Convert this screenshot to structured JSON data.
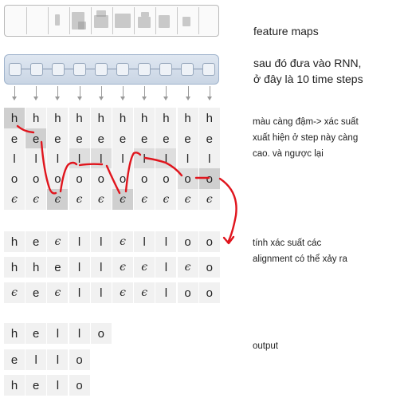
{
  "labels": {
    "feature_maps": "feature maps",
    "rnn_line1": "sau đó đưa vào RNN,",
    "rnn_line2": "ở đây là 10 time steps",
    "prob_line1": "màu càng đậm-> xác suất",
    "prob_line2": "xuất hiện ở step này càng",
    "prob_line3": "cao. và ngược lại",
    "align_line1": "tính xác suất các",
    "align_line2": "alignment có thể xảy ra",
    "output": "output"
  },
  "time_steps": 10,
  "prob_grid": {
    "rows": [
      [
        "h",
        "h",
        "h",
        "h",
        "h",
        "h",
        "h",
        "h",
        "h",
        "h"
      ],
      [
        "e",
        "e",
        "e",
        "e",
        "e",
        "e",
        "e",
        "e",
        "e",
        "e"
      ],
      [
        "l",
        "l",
        "l",
        "l",
        "l",
        "l",
        "l",
        "l",
        "l",
        "l"
      ],
      [
        "o",
        "o",
        "o",
        "o",
        "o",
        "o",
        "o",
        "o",
        "o",
        "o"
      ],
      [
        "ϵ",
        "ϵ",
        "ϵ",
        "ϵ",
        "ϵ",
        "ϵ",
        "ϵ",
        "ϵ",
        "ϵ",
        "ϵ"
      ]
    ],
    "highlighted_path": [
      {
        "row": 0,
        "col": 0
      },
      {
        "row": 1,
        "col": 1
      },
      {
        "row": 4,
        "col": 2
      },
      {
        "row": 2,
        "col": 3
      },
      {
        "row": 2,
        "col": 4
      },
      {
        "row": 4,
        "col": 5
      },
      {
        "row": 2,
        "col": 6
      },
      {
        "row": 2,
        "col": 7
      },
      {
        "row": 3,
        "col": 8
      },
      {
        "row": 3,
        "col": 9
      }
    ]
  },
  "alignments": [
    [
      "h",
      "e",
      "ϵ",
      "l",
      "l",
      "ϵ",
      "l",
      "l",
      "o",
      "o"
    ],
    [
      "h",
      "h",
      "e",
      "l",
      "l",
      "ϵ",
      "ϵ",
      "l",
      "ϵ",
      "o"
    ],
    [
      "ϵ",
      "e",
      "ϵ",
      "l",
      "l",
      "ϵ",
      "ϵ",
      "l",
      "o",
      "o"
    ]
  ],
  "outputs": [
    [
      "h",
      "e",
      "l",
      "l",
      "o"
    ],
    [
      "e",
      "l",
      "l",
      "o"
    ],
    [
      "h",
      "e",
      "l",
      "o"
    ]
  ],
  "colors": {
    "annotation": "#e0151d",
    "cell_light": "#f1f1f1",
    "cell_dark": "#cfcfcf",
    "rnn_fill": "#d3dce8"
  }
}
